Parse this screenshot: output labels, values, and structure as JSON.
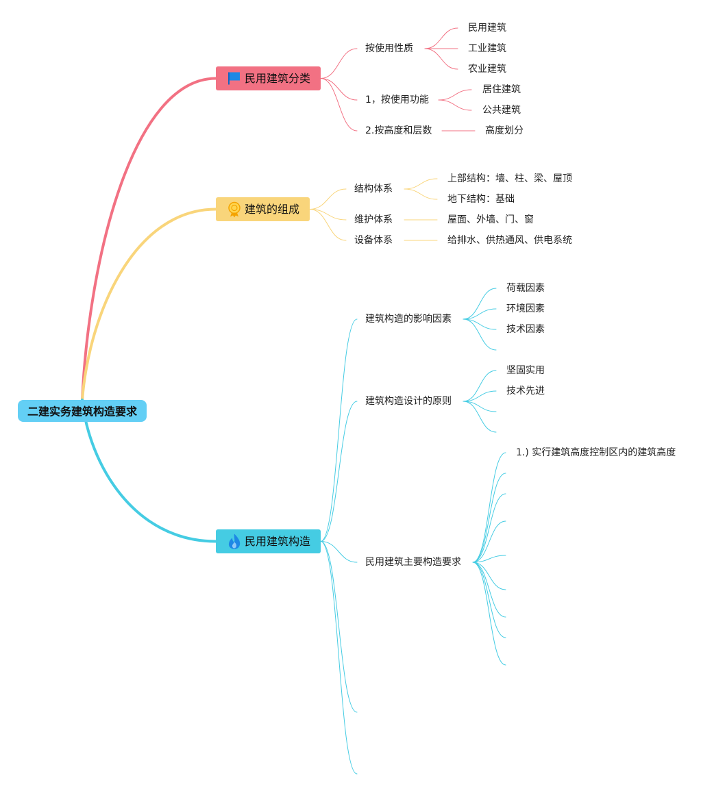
{
  "root": {
    "label": "二建实务建筑构造要求",
    "color": "#63CFF5"
  },
  "branches": [
    {
      "id": "classification",
      "label": "民用建筑分类",
      "icon": "flag-icon",
      "color": "#F27183",
      "children": [
        {
          "label": "按使用性质",
          "children": [
            "民用建筑",
            "工业建筑",
            "农业建筑"
          ]
        },
        {
          "label": "1，按使用功能",
          "children": [
            "居住建筑",
            "公共建筑"
          ]
        },
        {
          "label": "2.按高度和层数",
          "children": [
            "高度划分"
          ]
        }
      ]
    },
    {
      "id": "composition",
      "label": "建筑的组成",
      "icon": "medal-icon",
      "color": "#F9D57B",
      "children": [
        {
          "label": "结构体系",
          "children": [
            "上部结构：墙、柱、梁、屋顶",
            "地下结构：基础"
          ]
        },
        {
          "label": "维护体系",
          "children": [
            "屋面、外墙、门、窗"
          ]
        },
        {
          "label": "设备体系",
          "children": [
            "给排水、供热通风、供电系统"
          ]
        }
      ]
    },
    {
      "id": "construction",
      "label": "民用建筑构造",
      "icon": "fire-icon",
      "color": "#45CCE3",
      "children": [
        {
          "label": "建筑构造的影响因素",
          "children": [
            "荷载因素",
            "环境因素",
            "技术因素",
            ""
          ]
        },
        {
          "label": "建筑构造设计的原则",
          "children": [
            "坚固实用",
            "技术先进",
            "",
            ""
          ]
        },
        {
          "label": "民用建筑主要构造要求",
          "children": [
            "1.) 实行建筑高度控制区内的建筑高度",
            "",
            "",
            "",
            "",
            "",
            "",
            "",
            ""
          ]
        },
        {
          "label": "",
          "children": []
        },
        {
          "label": "",
          "children": []
        }
      ]
    }
  ]
}
